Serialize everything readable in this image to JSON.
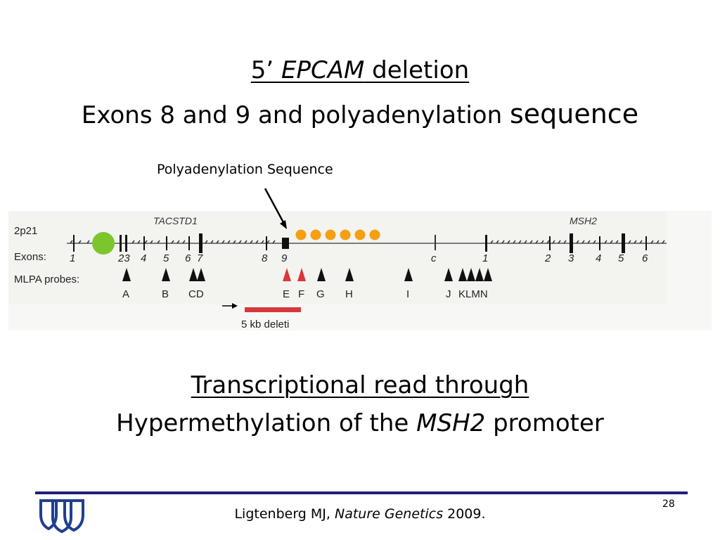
{
  "heading": {
    "line1_prefix": "5’ ",
    "line1_gene": "EPCAM",
    "line1_suffix": " deletion",
    "line2_main": "Exons 8 and 9 and polyadenylation ",
    "line2_end": "sequence"
  },
  "annotation": "Polyadenylation Sequence",
  "diagram": {
    "chromosome_label": "2p21",
    "exons_label": "Exons:",
    "probes_label": "MLPA probes:",
    "gene1": "TACSTD1",
    "gene2": "MSH2",
    "exon_numbers": [
      "1",
      "23",
      "4",
      "5",
      "6",
      "7",
      "8",
      "9",
      "c",
      "1",
      "2",
      "3",
      "4",
      "5",
      "6"
    ],
    "probes": [
      "A",
      "B",
      "CD",
      "E",
      "F",
      "G",
      "H",
      "I",
      "J",
      "KLMN"
    ],
    "deletion_label": "5 kb deleti",
    "colors": {
      "deleted_probe": "#d9383a",
      "deletion_bar": "#d9383a",
      "polyA_dots": "#f5a012",
      "marker_dot": "#7dc52d"
    }
  },
  "body": {
    "line3": "Transcriptional read through",
    "line4_prefix": "Hypermethylation of the ",
    "line4_gene": "MSH2",
    "line4_suffix": " promoter"
  },
  "footer": {
    "citation_prefix": "Ligtenberg MJ, ",
    "citation_journal": "Nature Genetics",
    "citation_suffix": " 2009.",
    "page_number": "28",
    "rule_color": "#1f1f7a"
  }
}
